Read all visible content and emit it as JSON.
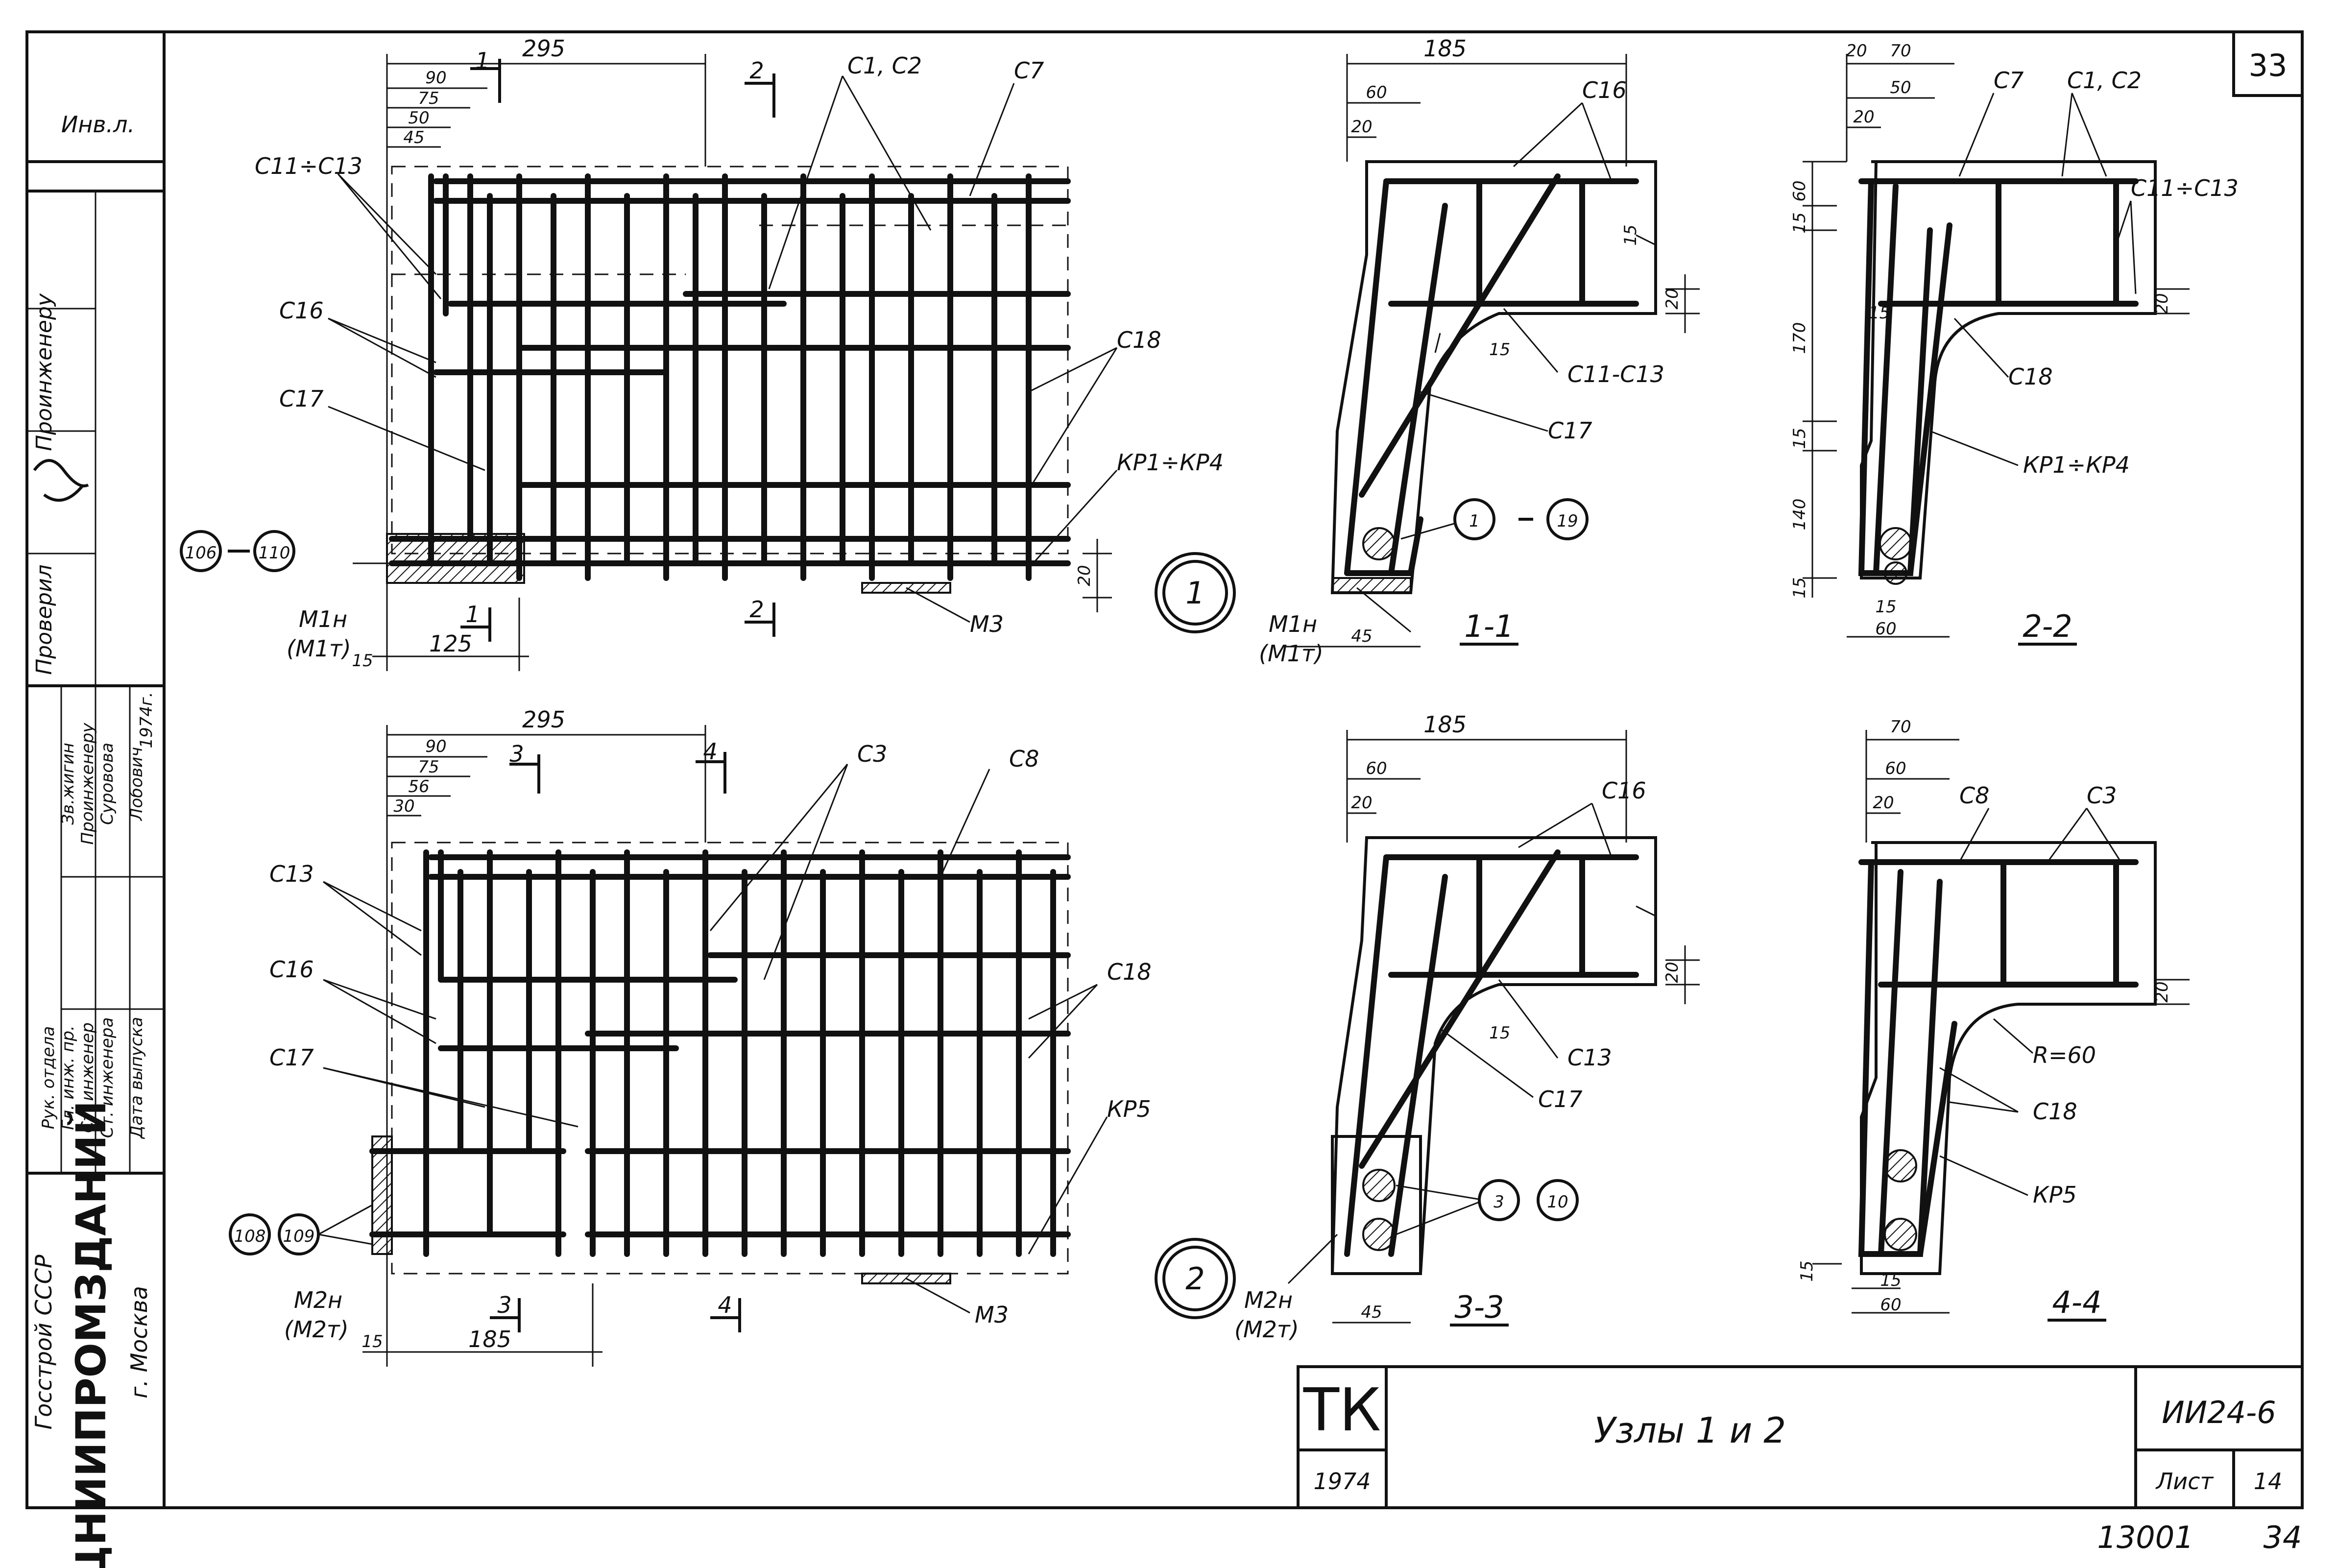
{
  "sheet": {
    "page_no": "33",
    "inv_label": "Инв.л.",
    "footer_left": "13001",
    "footer_right": "34"
  },
  "title_block": {
    "tk": "ТК",
    "year": "1974",
    "title": "Узлы 1 и 2",
    "code": "ИИ24-6",
    "sheet_label": "Лист",
    "sheet_no": "14"
  },
  "side_block": {
    "org1": "Госстрой СССР",
    "org2": "ЦНИИПРОМЗДАНИЙ",
    "city": "г. Москва",
    "role_checked": "Проверил",
    "role_technician": "Проинженеру",
    "roles": [
      "Рук. отдела",
      "Гл. инж. пр.",
      "Ст. инженер",
      "Ст. инженера",
      "Дата выпуска"
    ],
    "names": [
      "Зв.жигин",
      "Проинженеру",
      "Суровова",
      "Лобович",
      "1974г."
    ]
  },
  "node1": {
    "marker": "1",
    "dims_top": [
      "295",
      "90",
      "75",
      "50",
      "45"
    ],
    "dims_bottom": [
      "15",
      "125"
    ],
    "dim_right": "20",
    "cut_a": "1",
    "cut_b": "2",
    "labels": [
      "С1, С2",
      "С7",
      "С11÷С13",
      "С16",
      "С17",
      "С18",
      "КР1÷КР4",
      "М1н",
      "(М1т)",
      "М3"
    ],
    "anchor_from": "106",
    "anchor_to": "110"
  },
  "node2": {
    "marker": "2",
    "dims_top": [
      "295",
      "90",
      "75",
      "56",
      "30"
    ],
    "dims_bottom": [
      "15",
      "185"
    ],
    "cut_a": "3",
    "cut_b": "4",
    "labels": [
      "С3",
      "С8",
      "С13",
      "С16",
      "С17",
      "С18",
      "КР5",
      "М2н",
      "(М2т)",
      "М3"
    ],
    "anchor_from": "108",
    "anchor_to": "109"
  },
  "section_1_1": {
    "title": "1-1",
    "dims": [
      "185",
      "60",
      "20",
      "20",
      "45",
      "15"
    ],
    "labels": [
      "С16",
      "С11-С13",
      "С17",
      "М1н",
      "(М1т)"
    ],
    "circle_from": "1",
    "circle_to": "19"
  },
  "section_2_2": {
    "title": "2-2",
    "dims_top": [
      "20",
      "70",
      "50",
      "20"
    ],
    "dims_left": [
      "60",
      "15",
      "170",
      "15",
      "140",
      "15"
    ],
    "dims_bottom": [
      "15",
      "60"
    ],
    "dim_right": "20",
    "labels": [
      "С7",
      "С1, С2",
      "С11÷С13",
      "С18",
      "КР1÷КР4"
    ]
  },
  "section_3_3": {
    "title": "3-3",
    "dims": [
      "185",
      "60",
      "20",
      "20",
      "45",
      "15"
    ],
    "labels": [
      "С16",
      "С13",
      "С17",
      "М2н",
      "(М2т)"
    ],
    "circle_from": "3",
    "circle_to": "10"
  },
  "section_4_4": {
    "title": "4-4",
    "dims_top": [
      "70",
      "60",
      "20"
    ],
    "dims_bottom": [
      "15",
      "15",
      "60"
    ],
    "dim_right": "20",
    "radius": "R=60",
    "labels": [
      "С8",
      "С3",
      "С18",
      "КР5"
    ]
  }
}
